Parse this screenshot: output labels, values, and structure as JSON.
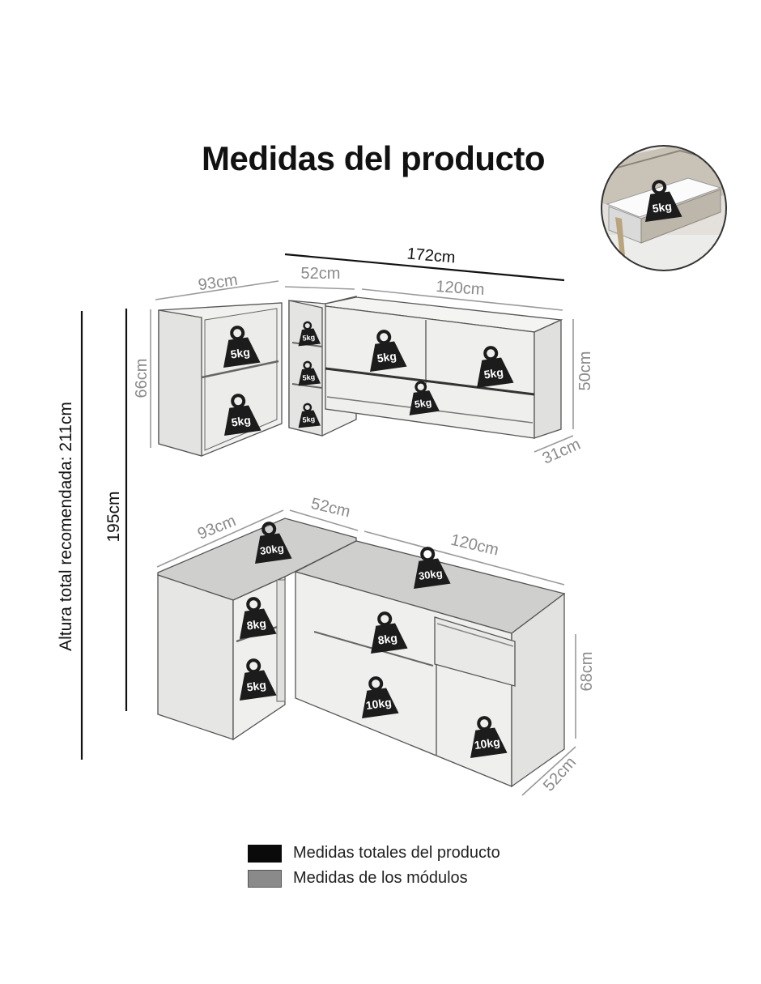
{
  "title": "Medidas del producto",
  "inset": {
    "weight": "5kg"
  },
  "upper_module": {
    "dims": {
      "total_width": "172cm",
      "left_width": "93cm",
      "mid_width": "52cm",
      "right_width": "120cm",
      "height": "66cm",
      "right_height": "50cm",
      "depth": "31cm"
    },
    "weights": {
      "left_top": "5kg",
      "left_bottom": "5kg",
      "mid_top": "5kg",
      "mid_middle": "5kg",
      "mid_bottom": "5kg",
      "right_left": "5kg",
      "right_right": "5kg",
      "right_bottom": "5kg"
    }
  },
  "lower_module": {
    "dims": {
      "left_width": "93cm",
      "mid_width": "52cm",
      "right_width": "120cm",
      "height": "68cm",
      "depth": "52cm"
    },
    "weights": {
      "left_top": "30kg",
      "right_top": "30kg",
      "left_shelf_upper": "8kg",
      "left_shelf_lower": "5kg",
      "center_upper": "8kg",
      "center_lower": "10kg",
      "right_bottom": "10kg"
    }
  },
  "heights": {
    "total_recommended": "Altura total recomendada: 211cm",
    "module_span": "195cm"
  },
  "legend": [
    {
      "label": "Medidas totales del producto",
      "color": "#0a0a0a"
    },
    {
      "label": "Medidas de los módulos",
      "color": "#8a8a8a"
    }
  ]
}
